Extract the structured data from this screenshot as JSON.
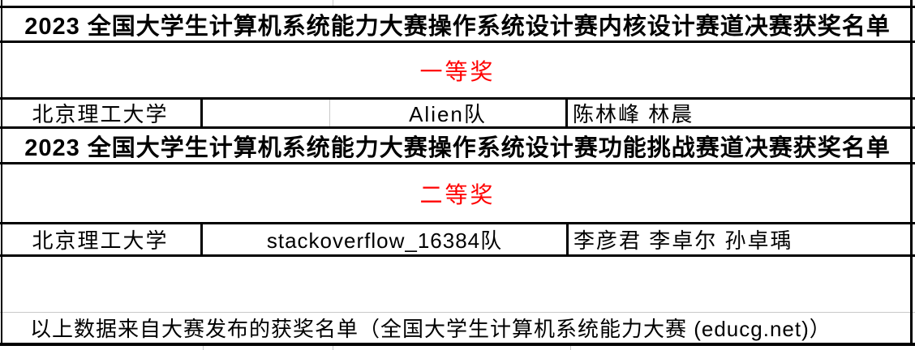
{
  "palette": {
    "award_text_color": "#ff0000",
    "border_color": "#000000",
    "gridline_color": "#c9c9c9",
    "background": "#ffffff"
  },
  "section1": {
    "title": "2023 全国大学生计算机系统能力大赛操作系统设计赛内核设计赛道决赛获奖名单",
    "award_tier": "一等奖",
    "row": {
      "university": "北京理工大学",
      "team": "Alien队",
      "members": "陈林峰 林晨"
    }
  },
  "section2": {
    "title": "2023 全国大学生计算机系统能力大赛操作系统设计赛功能挑战赛道决赛获奖名单",
    "award_tier": "二等奖",
    "row": {
      "university": "北京理工大学",
      "team": "stackoverflow_16384队",
      "members": "李彦君 李卓尔 孙卓瑀"
    }
  },
  "footer": {
    "note": "以上数据来自大赛发布的获奖名单（全国大学生计算机系统能力大赛 (educg.net)）"
  }
}
